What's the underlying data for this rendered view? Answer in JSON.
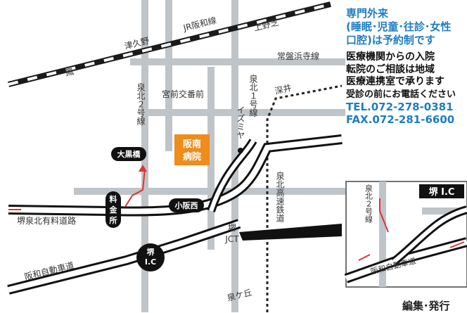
{
  "map": {
    "labels": {
      "otori": "鳳",
      "tsukuno": "津久野",
      "jr_hanwa": "JR阪和線",
      "kaminoshiba": "上野芝",
      "tokiwahama": "常盤浜寺線",
      "senboku2": "泉北２号線",
      "senboku1": "泉北１号線",
      "miyamae": "宮前交番前",
      "izumiya": "イズミヤ",
      "fukai": "深井",
      "hospital_line1": "阪南",
      "hospital_line2": "病院",
      "oguro": "大黒橋",
      "kosaka": "小阪西",
      "ryokin_1": "料",
      "ryokin_2": "金",
      "ryokin_3": "所",
      "sakai_senboku_toll": "堺泉北有料道路",
      "sakai_jct_1": "堺",
      "sakai_jct_2": "JCT",
      "railway": "泉北高速鉄道",
      "sakai_ic_1": "堺",
      "sakai_ic_2": "I.C",
      "hanwa_exp": "阪和自動車道",
      "izumigaoka": "泉ケ丘"
    },
    "inset": {
      "title": "堺 I.C",
      "route": "泉北２号線",
      "hanwa_exp": "阪和自動車道"
    },
    "colors": {
      "road": "#bfc4c8",
      "expressway": "#111111",
      "accent_blue": "#1e7dc1",
      "hospital": "#ee8c1c",
      "route_red": "#e03236"
    }
  },
  "panel": {
    "head1": "専門外来",
    "head2": "(睡眠･児童･往診･女性",
    "head3": "口腔)は予約制です",
    "line1": "医療機関からの入院",
    "line2": "転院のご相談は地域",
    "line3": "医療連携室で承ります",
    "line4": "受診の前にお電話ください",
    "tel": "TEL.072-278-0381",
    "fax": "FAX.072-281-6600"
  },
  "footer": "編集･発行"
}
